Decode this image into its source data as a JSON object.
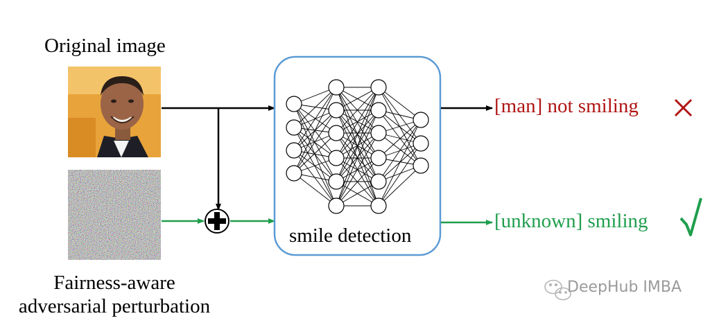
{
  "labels": {
    "original": "Original image",
    "perturbation_line1": "Fairness-aware",
    "perturbation_line2": "adversarial perturbation",
    "box": "smile detection"
  },
  "outputs": {
    "top": {
      "text": "[man] not smiling",
      "mark": "✕",
      "color": "#b01414"
    },
    "bottom": {
      "text": "[unknown] smiling",
      "mark": "√",
      "color": "#1f9e4d"
    }
  },
  "watermark": "DeepHub IMBA",
  "icons": [
    "plus-circle-icon",
    "neural-network-icon",
    "face-photo",
    "noise-image",
    "wechat-icon"
  ],
  "colors": {
    "clean_path": "#000000",
    "adversarial_path": "#1f9e4d",
    "box_border": "#5b9bd5",
    "cross": "#b01414",
    "check": "#1f9e4d"
  }
}
